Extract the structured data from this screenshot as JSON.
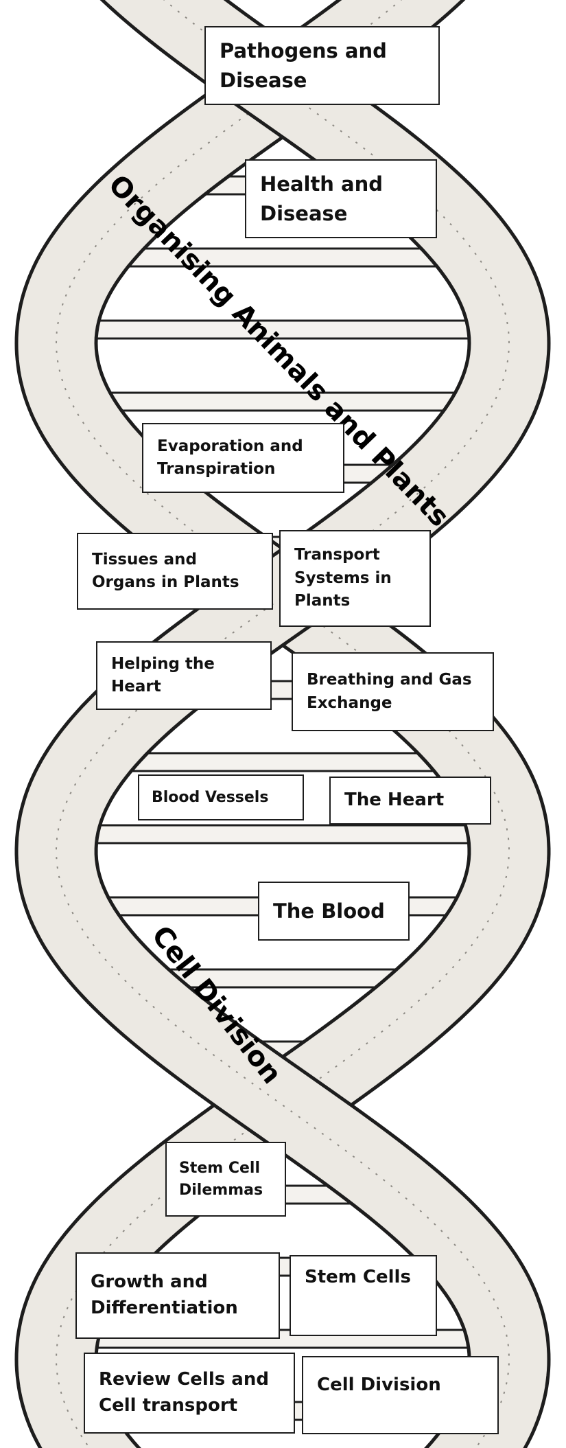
{
  "strand_labels": {
    "top": "Organising Animals and Plants",
    "bottom": "Cell Division"
  },
  "topics": {
    "pathogens": "Pathogens and\nDisease",
    "health": "Health and\nDisease",
    "evaporation": "Evaporation and\nTranspiration",
    "tissues_plants": "Tissues and\nOrgans in Plants",
    "transport_plants": "Transport\nSystems in\nPlants",
    "helping_heart": "Helping the\nHeart",
    "breathing": "Breathing and Gas\nExchange",
    "blood_vessels": "Blood Vessels",
    "heart": "The Heart",
    "blood": "The Blood",
    "stem_dilemmas": "Stem Cell\nDilemmas",
    "growth": "Growth and\nDifferentiation",
    "stem_cells": "Stem Cells",
    "review": "Review Cells and\nCell transport",
    "cell_division": "Cell Division"
  },
  "colors": {
    "ink": "#1d1d1d",
    "strand_fill": "#ece9e3",
    "rung_fill": "#f4f2ee",
    "background": "#ffffff"
  }
}
